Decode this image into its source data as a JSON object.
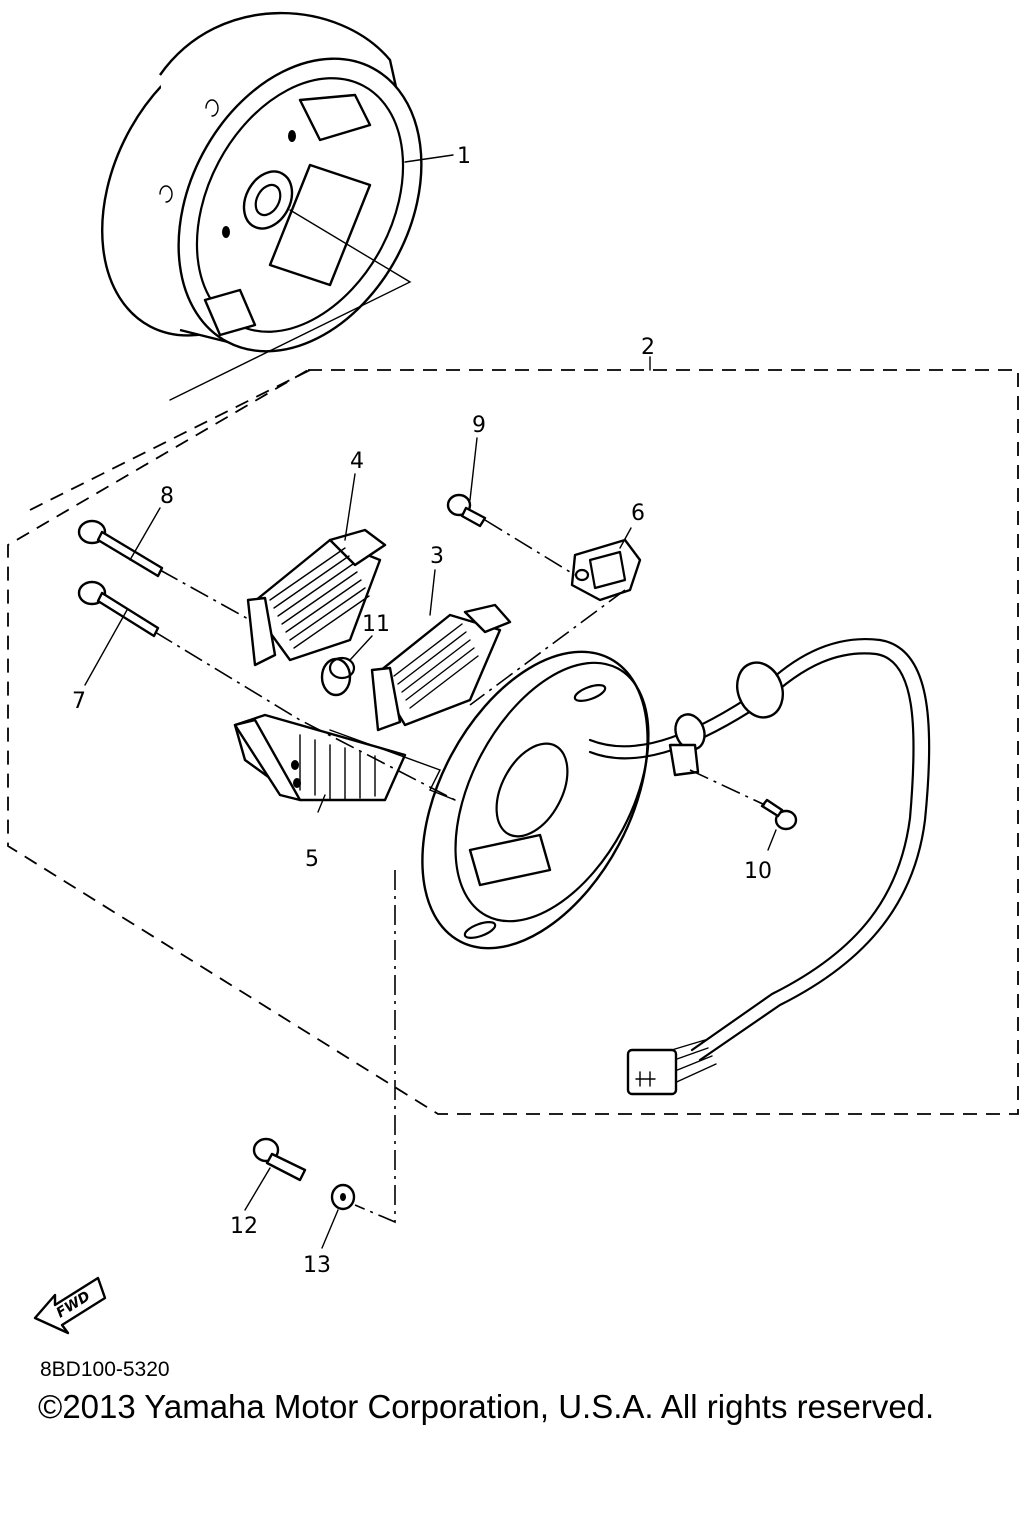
{
  "callouts": [
    {
      "id": "1",
      "label": "1"
    },
    {
      "id": "2",
      "label": "2"
    },
    {
      "id": "3",
      "label": "3"
    },
    {
      "id": "4",
      "label": "4"
    },
    {
      "id": "5",
      "label": "5"
    },
    {
      "id": "6",
      "label": "6"
    },
    {
      "id": "7",
      "label": "7"
    },
    {
      "id": "8",
      "label": "8"
    },
    {
      "id": "9",
      "label": "9"
    },
    {
      "id": "10",
      "label": "10"
    },
    {
      "id": "11",
      "label": "11"
    },
    {
      "id": "12",
      "label": "12"
    },
    {
      "id": "13",
      "label": "13"
    }
  ],
  "fwd_label": "FWD",
  "doc_code": "8BD100-5320",
  "copyright": "©2013 Yamaha Motor Corporation, U.S.A. All rights reserved."
}
